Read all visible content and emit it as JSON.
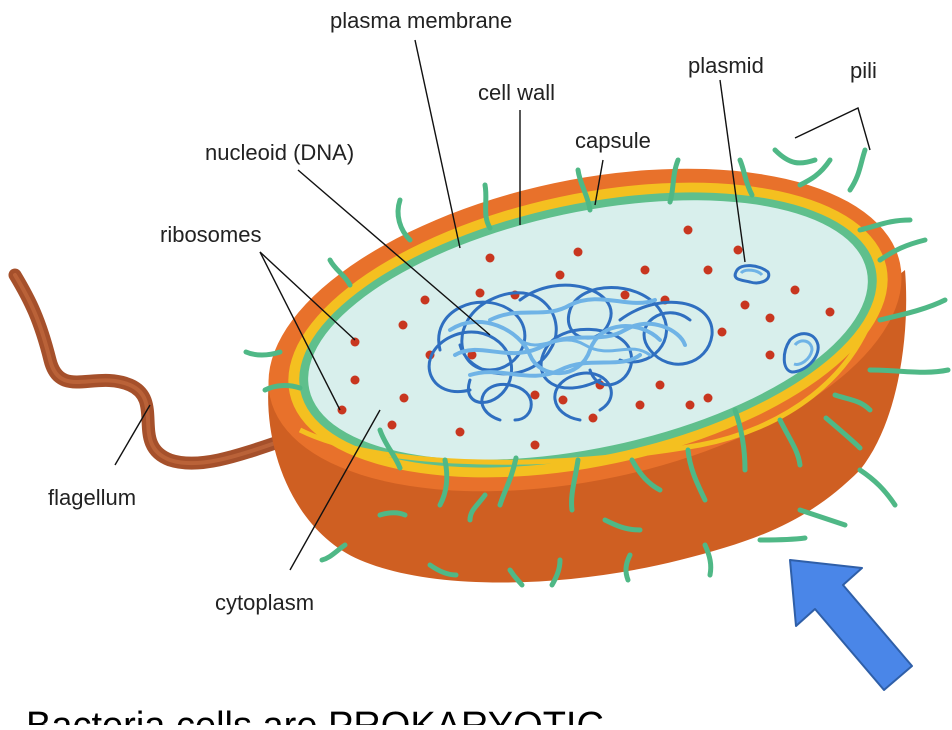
{
  "labels": {
    "plasma_membrane": "plasma membrane",
    "cell_wall": "cell wall",
    "plasmid": "plasmid",
    "pili": "pili",
    "capsule": "capsule",
    "nucleoid": "nucleoid (DNA)",
    "ribosomes": "ribosomes",
    "flagellum": "flagellum",
    "cytoplasm": "cytoplasm"
  },
  "caption": "Bacteria cells are PROKARYOTIC",
  "colors": {
    "capsule_orange": "#e8712b",
    "capsule_dark": "#cf5f22",
    "cell_wall_yellow": "#f4c020",
    "membrane_green": "#5fbf8c",
    "cytoplasm": "#d8efec",
    "ribosome": "#c8361f",
    "dna_dark": "#2f6fc0",
    "dna_light": "#6fb3e6",
    "flagellum": "#a5502b",
    "pointer_arrow": "#4a86e8"
  },
  "icons": {
    "pointer": "arrow-up-left-icon"
  }
}
